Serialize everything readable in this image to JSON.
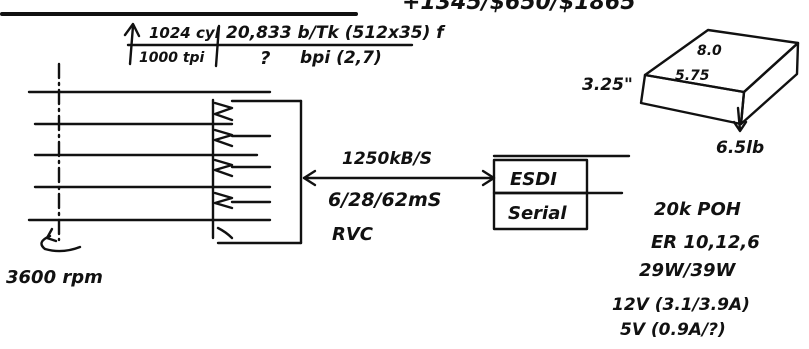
{
  "header": {
    "top_note": "+1345/$650/$1865"
  },
  "specs": {
    "row1_left": "1024 cyl",
    "row1_right": "20,833 b/Tk (512x35) f",
    "row2_left": "1000 tpi",
    "row2_mid": "?",
    "row2_right": "bpi (2,7)"
  },
  "box": {
    "length": "8.0",
    "width": "5.75",
    "height": "3.25\"",
    "weight": "6.5lb"
  },
  "interface": {
    "rate": "1250kB/S",
    "seek": "6/28/62mS",
    "rvc": "RVC",
    "esdi": "ESDI",
    "serial": "Serial"
  },
  "rpm": "3600 rpm",
  "right_specs": [
    "20k POH",
    "ER 10,12,6",
    "29W/39W",
    "12V (3.1/3.9A)",
    "5V (0.9A/?)"
  ]
}
